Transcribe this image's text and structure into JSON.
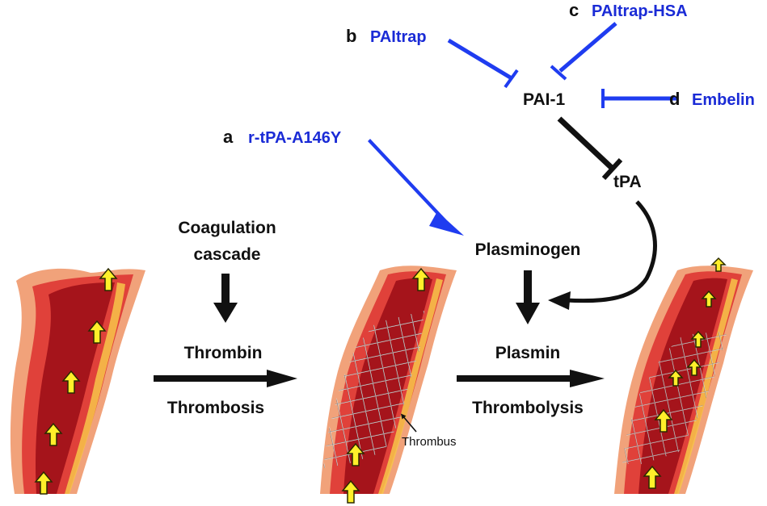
{
  "colors": {
    "inhibitor_text": "#1a2bd6",
    "inhibitor_line": "#1f3cf0",
    "main_text": "#111111",
    "vessel_outer": "#f1a27a",
    "vessel_wall": "#e0413a",
    "vessel_lumen": "#a5141b",
    "vessel_highlight": "#f7c64a",
    "flow_arrow": "#ffef2a",
    "stent_mesh": "#d9d9d9"
  },
  "inhibitors": {
    "a": {
      "letter": "a",
      "name": "r-tPA-A146Y"
    },
    "b": {
      "letter": "b",
      "name": "PAItrap"
    },
    "c": {
      "letter": "c",
      "name": "PAItrap-HSA"
    },
    "d": {
      "letter": "d",
      "name": "Embelin"
    }
  },
  "nodes": {
    "pai1": "PAI-1",
    "tpa": "tPA",
    "plasminogen": "Plasminogen",
    "plasmin": "Plasmin",
    "coagulation_line1": "Coagulation",
    "coagulation_line2": "cascade",
    "thrombin": "Thrombin",
    "thrombosis": "Thrombosis",
    "thrombolysis": "Thrombolysis",
    "thrombus": "Thrombus"
  },
  "vessels": [
    "healthy-vessel",
    "thrombosed-vessel",
    "recanalized-vessel"
  ]
}
